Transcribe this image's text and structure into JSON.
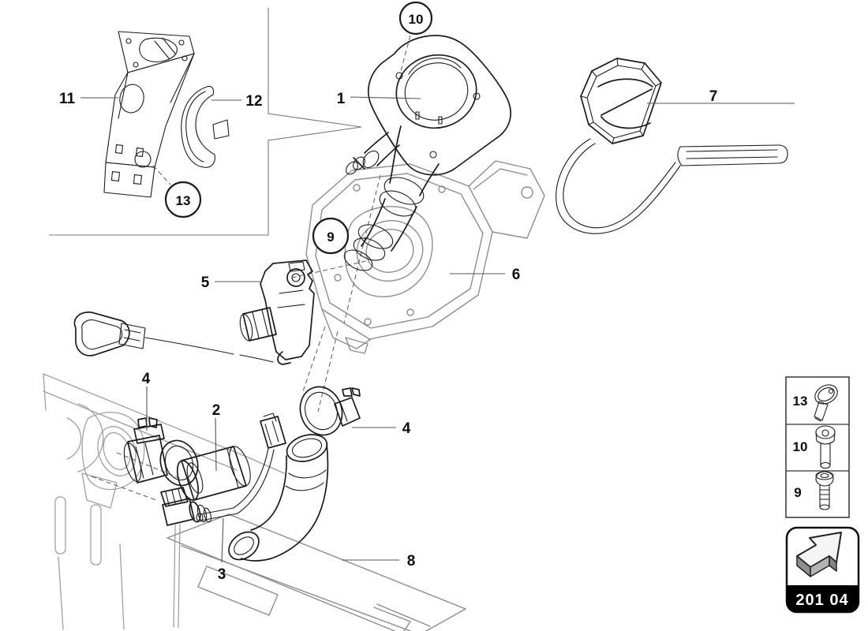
{
  "diagram": {
    "description": "Exploded parts diagram of fuel filler neck assembly",
    "colors": {
      "background": "#ffffff",
      "primary_line": "#1c1c1c",
      "secondary_line": "#a0a0a0",
      "leader_line": "#555555",
      "code_band_bg": "#000000",
      "code_band_text": "#ffffff",
      "arrow_gray": "#8e8e8e"
    }
  },
  "callouts": {
    "filler_neck": "1",
    "filler_hose": "2",
    "vent_pipe": "3",
    "clamp_left": "4",
    "clamp_right": "4",
    "breather_valve": "5",
    "housing": "6",
    "fuel_cap": "7",
    "fuel_tank": "8",
    "screw_housing": "9",
    "bolt_neck": "10",
    "bracket": "11",
    "seal": "12",
    "screw_bracket": "13"
  },
  "legend": {
    "rows": [
      {
        "label": "13",
        "icon": "oval-head-screw-icon"
      },
      {
        "label": "10",
        "icon": "shoulder-bolt-icon"
      },
      {
        "label": "9",
        "icon": "pan-head-screw-icon"
      }
    ]
  },
  "code_box": {
    "code": "201 04",
    "icon": "arrow-up-right-icon"
  }
}
